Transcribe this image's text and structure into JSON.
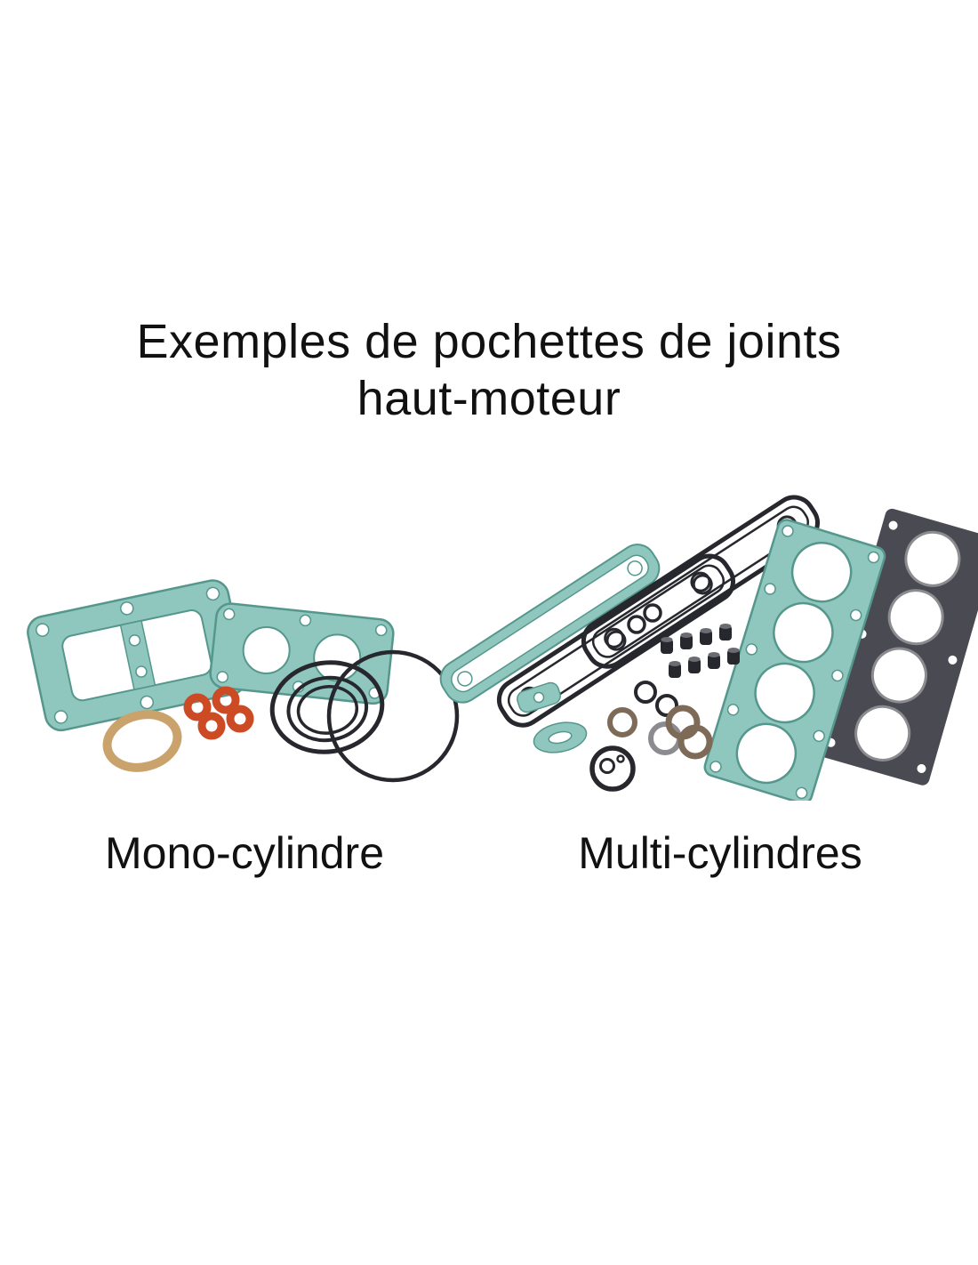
{
  "title": {
    "line1": "Exemples de pochettes de joints",
    "line2": "haut-moteur"
  },
  "labels": {
    "mono": "Mono-cylindre",
    "multi": "Multi-cylindres"
  },
  "figures": {
    "mono_description": "top-end gasket kit for single-cylinder engine",
    "multi_description": "top-end gasket kit for multi-cylinder engine"
  },
  "colors": {
    "teal": "#8fc7be",
    "teal-dark": "#55978c",
    "ink": "#27272e",
    "orange": "#cc4a24",
    "beige": "#c9a36b",
    "copper": "#7d6a57",
    "metal": "#4a4a52",
    "text": "#111111"
  }
}
